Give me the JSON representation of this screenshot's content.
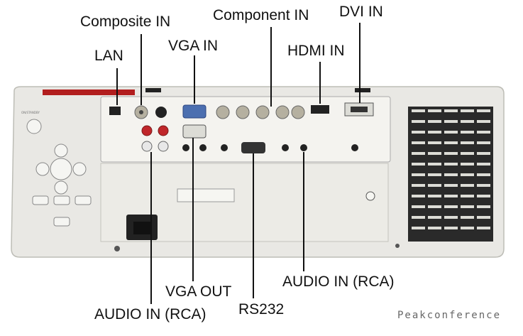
{
  "labels": {
    "composite_in": "Composite IN",
    "component_in": "Component IN",
    "dvi_in": "DVI IN",
    "lan": "LAN",
    "vga_in": "VGA IN",
    "hdmi_in": "HDMI IN",
    "vga_out": "VGA OUT",
    "audio_in_rca_right": "AUDIO IN (RCA)",
    "audio_in_rca_left": "AUDIO IN (RCA)",
    "rs232": "RS232"
  },
  "watermark": "Peakconference",
  "colors": {
    "body": "#e9e8e4",
    "panel": "#f3f2ee",
    "vent": "#2a2a2a",
    "accent_red": "#b21e1e",
    "vga_blue": "#4c6fb0",
    "rca_red": "#c0262a",
    "rca_white": "#e8e8e8"
  }
}
